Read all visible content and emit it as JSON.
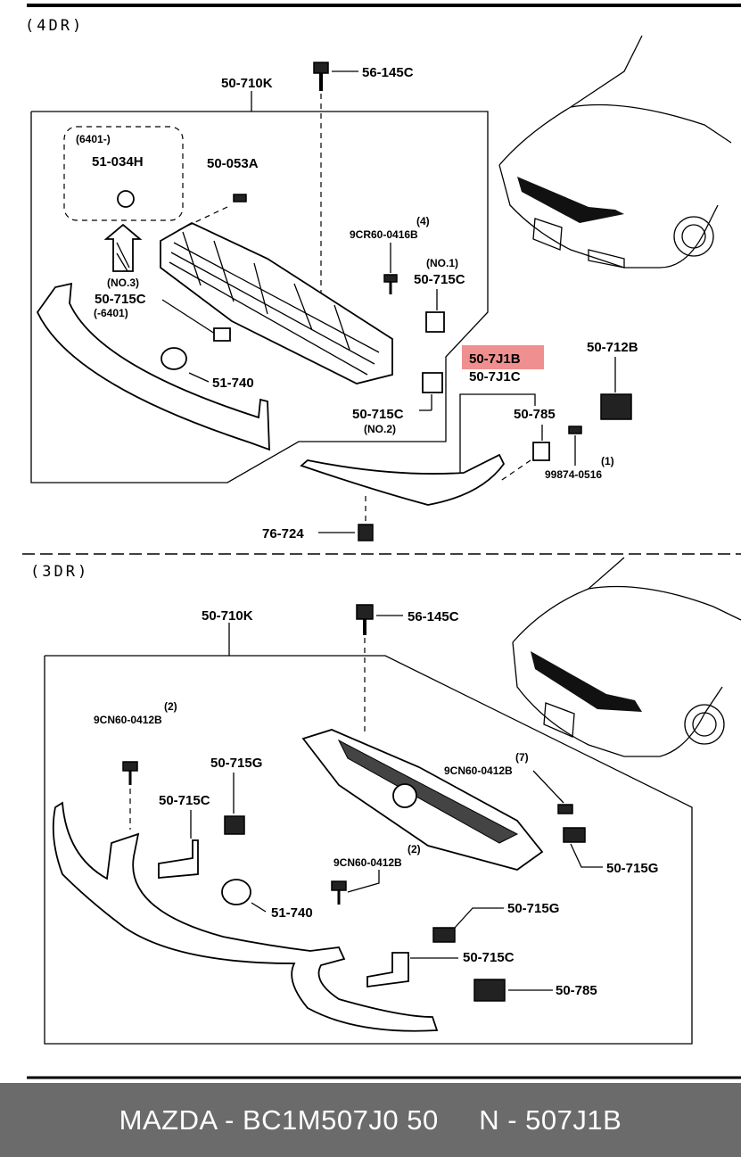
{
  "colors": {
    "highlight": "#f08f8f",
    "footer_bg": "#6b6b6b",
    "footer_text": "#ffffff"
  },
  "section_4dr": {
    "header": "(4DR)",
    "labels": {
      "grille_assy": "50-710K",
      "screw_top": "56-145C",
      "note_6401": "(6401-)",
      "emblem": "51-034H",
      "clip_053a": "50-053A",
      "qty_4": "(4)",
      "screw_9cr": "9CR60-0416B",
      "no1": "(NO.1)",
      "bracket_715c_1": "50-715C",
      "no3": "(NO.3)",
      "bracket_715c_3": "50-715C",
      "note_minus_6401": "(-6401)",
      "plug": "51-740",
      "bracket_715c_2": "50-715C",
      "no2": "(NO.2)",
      "highlighted_part": "50-7J1B",
      "garnish": "50-7J1C",
      "retainer_785": "50-785",
      "clip_712b": "50-712B",
      "qty_1": "(1)",
      "screw_99874": "99874-0516",
      "fastener_76": "76-724"
    }
  },
  "section_3dr": {
    "header": "(3DR)",
    "labels": {
      "grille_assy": "50-710K",
      "screw_top": "56-145C",
      "qty_2a": "(2)",
      "screw_9cn_a": "9CN60-0412B",
      "bracket_715g_a": "50-715G",
      "bracket_715c_a": "50-715C",
      "qty_7": "(7)",
      "screw_9cn_b": "9CN60-0412B",
      "bracket_715g_b": "50-715G",
      "qty_2b": "(2)",
      "screw_9cn_c": "9CN60-0412B",
      "plug": "51-740",
      "bracket_715g_c": "50-715G",
      "bracket_715c_b": "50-715C",
      "retainer_785": "50-785"
    }
  },
  "footer": {
    "text": "MAZDA - BC1M507J0 50     N - 507J1B"
  }
}
